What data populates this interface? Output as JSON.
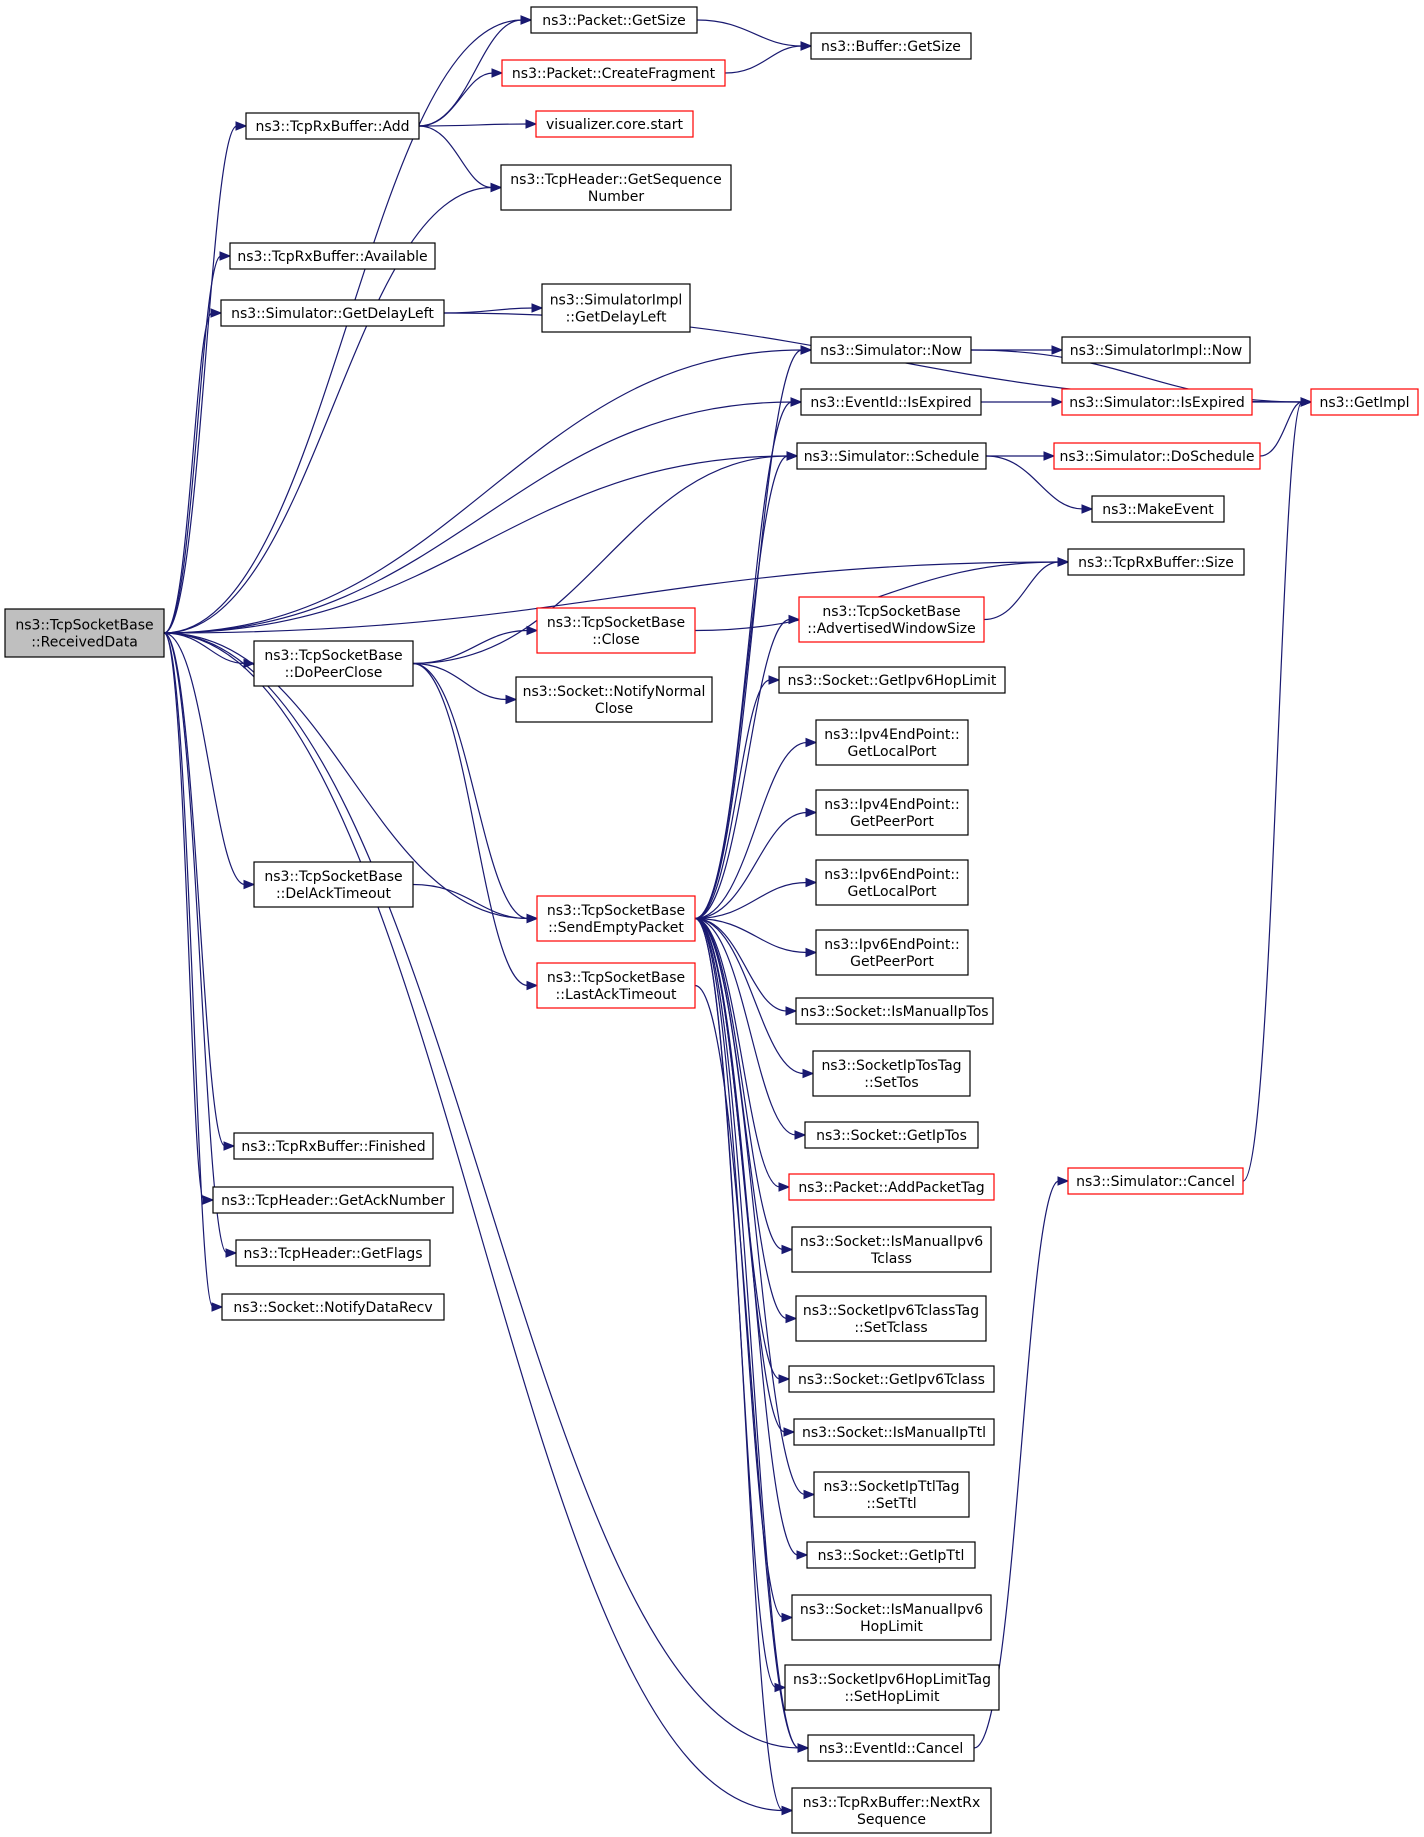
{
  "nodes": {
    "root": {
      "lines": [
        "ns3::TcpSocketBase",
        "::ReceivedData"
      ],
      "style": "root"
    },
    "packet_getsize": {
      "lines": [
        "ns3::Packet::GetSize"
      ],
      "style": "black"
    },
    "buffer_getsize": {
      "lines": [
        "ns3::Buffer::GetSize"
      ],
      "style": "black"
    },
    "packet_createfragment": {
      "lines": [
        "ns3::Packet::CreateFragment"
      ],
      "style": "red"
    },
    "rxbuffer_add": {
      "lines": [
        "ns3::TcpRxBuffer::Add"
      ],
      "style": "black"
    },
    "visualizer_start": {
      "lines": [
        "visualizer.core.start"
      ],
      "style": "red"
    },
    "tcpheader_getseq": {
      "lines": [
        "ns3::TcpHeader::GetSequence",
        "Number"
      ],
      "style": "black"
    },
    "rxbuffer_available": {
      "lines": [
        "ns3::TcpRxBuffer::Available"
      ],
      "style": "black"
    },
    "simulator_getdelayleft": {
      "lines": [
        "ns3::Simulator::GetDelayLeft"
      ],
      "style": "black"
    },
    "simimpl_getdelayleft": {
      "lines": [
        "ns3::SimulatorImpl",
        "::GetDelayLeft"
      ],
      "style": "black"
    },
    "simulator_now": {
      "lines": [
        "ns3::Simulator::Now"
      ],
      "style": "black"
    },
    "simimpl_now": {
      "lines": [
        "ns3::SimulatorImpl::Now"
      ],
      "style": "black"
    },
    "eventid_isexpired": {
      "lines": [
        "ns3::EventId::IsExpired"
      ],
      "style": "black"
    },
    "simulator_isexpired": {
      "lines": [
        "ns3::Simulator::IsExpired"
      ],
      "style": "red"
    },
    "getimpl": {
      "lines": [
        "ns3::GetImpl"
      ],
      "style": "red"
    },
    "simulator_schedule": {
      "lines": [
        "ns3::Simulator::Schedule"
      ],
      "style": "black"
    },
    "simulator_doschedule": {
      "lines": [
        "ns3::Simulator::DoSchedule"
      ],
      "style": "red"
    },
    "makeevent": {
      "lines": [
        "ns3::MakeEvent"
      ],
      "style": "black"
    },
    "rxbuffer_size": {
      "lines": [
        "ns3::TcpRxBuffer::Size"
      ],
      "style": "black"
    },
    "tsb_close": {
      "lines": [
        "ns3::TcpSocketBase",
        "::Close"
      ],
      "style": "red"
    },
    "tsb_advwindow": {
      "lines": [
        "ns3::TcpSocketBase",
        "::AdvertisedWindowSize"
      ],
      "style": "red"
    },
    "tsb_dopeerclose": {
      "lines": [
        "ns3::TcpSocketBase",
        "::DoPeerClose"
      ],
      "style": "black"
    },
    "socket_notifynormalclose": {
      "lines": [
        "ns3::Socket::NotifyNormal",
        "Close"
      ],
      "style": "black"
    },
    "socket_getipv6hoplimit": {
      "lines": [
        "ns3::Socket::GetIpv6HopLimit"
      ],
      "style": "black"
    },
    "ipv4ep_getlocalport": {
      "lines": [
        "ns3::Ipv4EndPoint::",
        "GetLocalPort"
      ],
      "style": "black"
    },
    "ipv4ep_getpeerport": {
      "lines": [
        "ns3::Ipv4EndPoint::",
        "GetPeerPort"
      ],
      "style": "black"
    },
    "ipv6ep_getlocalport": {
      "lines": [
        "ns3::Ipv6EndPoint::",
        "GetLocalPort"
      ],
      "style": "black"
    },
    "ipv6ep_getpeerport": {
      "lines": [
        "ns3::Ipv6EndPoint::",
        "GetPeerPort"
      ],
      "style": "black"
    },
    "tsb_delacktimeout": {
      "lines": [
        "ns3::TcpSocketBase",
        "::DelAckTimeout"
      ],
      "style": "black"
    },
    "tsb_sendemptypacket": {
      "lines": [
        "ns3::TcpSocketBase",
        "::SendEmptyPacket"
      ],
      "style": "red"
    },
    "tsb_lastacktimeout": {
      "lines": [
        "ns3::TcpSocketBase",
        "::LastAckTimeout"
      ],
      "style": "red"
    },
    "socket_ismanualiptos": {
      "lines": [
        "ns3::Socket::IsManualIpTos"
      ],
      "style": "black"
    },
    "sockettostag_settos": {
      "lines": [
        "ns3::SocketIpTosTag",
        "::SetTos"
      ],
      "style": "black"
    },
    "socket_getiptos": {
      "lines": [
        "ns3::Socket::GetIpTos"
      ],
      "style": "black"
    },
    "packet_addpackettag": {
      "lines": [
        "ns3::Packet::AddPacketTag"
      ],
      "style": "red"
    },
    "simulator_cancel": {
      "lines": [
        "ns3::Simulator::Cancel"
      ],
      "style": "red"
    },
    "rxbuffer_finished": {
      "lines": [
        "ns3::TcpRxBuffer::Finished"
      ],
      "style": "black"
    },
    "tcpheader_getacknumber": {
      "lines": [
        "ns3::TcpHeader::GetAckNumber"
      ],
      "style": "black"
    },
    "socket_ismanualipv6tclass": {
      "lines": [
        "ns3::Socket::IsManualIpv6",
        "Tclass"
      ],
      "style": "black"
    },
    "tcpheader_getflags": {
      "lines": [
        "ns3::TcpHeader::GetFlags"
      ],
      "style": "black"
    },
    "socket_notifydatarecv": {
      "lines": [
        "ns3::Socket::NotifyDataRecv"
      ],
      "style": "black"
    },
    "socketipv6tclasstag_settclass": {
      "lines": [
        "ns3::SocketIpv6TclassTag",
        "::SetTclass"
      ],
      "style": "black"
    },
    "socket_getipv6tclass": {
      "lines": [
        "ns3::Socket::GetIpv6Tclass"
      ],
      "style": "black"
    },
    "socket_ismanualipttl": {
      "lines": [
        "ns3::Socket::IsManualIpTtl"
      ],
      "style": "black"
    },
    "socketipttltag_setttl": {
      "lines": [
        "ns3::SocketIpTtlTag",
        "::SetTtl"
      ],
      "style": "black"
    },
    "socket_getipttl": {
      "lines": [
        "ns3::Socket::GetIpTtl"
      ],
      "style": "black"
    },
    "socket_ismanualipv6hoplimit": {
      "lines": [
        "ns3::Socket::IsManualIpv6",
        "HopLimit"
      ],
      "style": "black"
    },
    "socketipv6hoplimittag_sethoplimit": {
      "lines": [
        "ns3::SocketIpv6HopLimitTag",
        "::SetHopLimit"
      ],
      "style": "black"
    },
    "eventid_cancel": {
      "lines": [
        "ns3::EventId::Cancel"
      ],
      "style": "black"
    },
    "rxbuffer_nextrxsequence": {
      "lines": [
        "ns3::TcpRxBuffer::NextRx",
        "Sequence"
      ],
      "style": "black"
    }
  },
  "edges": [
    [
      "root",
      "packet_getsize"
    ],
    [
      "root",
      "rxbuffer_add"
    ],
    [
      "root",
      "tcpheader_getseq"
    ],
    [
      "root",
      "rxbuffer_available"
    ],
    [
      "root",
      "simulator_getdelayleft"
    ],
    [
      "root",
      "simulator_now"
    ],
    [
      "root",
      "eventid_isexpired"
    ],
    [
      "root",
      "simulator_schedule"
    ],
    [
      "root",
      "rxbuffer_size"
    ],
    [
      "root",
      "tsb_dopeerclose"
    ],
    [
      "root",
      "tsb_delacktimeout"
    ],
    [
      "root",
      "tsb_sendemptypacket"
    ],
    [
      "root",
      "rxbuffer_finished"
    ],
    [
      "root",
      "tcpheader_getacknumber"
    ],
    [
      "root",
      "tcpheader_getflags"
    ],
    [
      "root",
      "socket_notifydatarecv"
    ],
    [
      "root",
      "eventid_cancel"
    ],
    [
      "root",
      "rxbuffer_nextrxsequence"
    ],
    [
      "packet_getsize",
      "buffer_getsize"
    ],
    [
      "packet_createfragment",
      "buffer_getsize"
    ],
    [
      "rxbuffer_add",
      "packet_getsize"
    ],
    [
      "rxbuffer_add",
      "packet_createfragment"
    ],
    [
      "rxbuffer_add",
      "visualizer_start"
    ],
    [
      "rxbuffer_add",
      "tcpheader_getseq"
    ],
    [
      "simulator_getdelayleft",
      "getimpl"
    ],
    [
      "simulator_getdelayleft",
      "simimpl_getdelayleft"
    ],
    [
      "simulator_now",
      "getimpl"
    ],
    [
      "simulator_now",
      "simimpl_now"
    ],
    [
      "eventid_isexpired",
      "simulator_isexpired"
    ],
    [
      "simulator_isexpired",
      "getimpl"
    ],
    [
      "simulator_schedule",
      "simulator_doschedule"
    ],
    [
      "simulator_schedule",
      "makeevent"
    ],
    [
      "simulator_doschedule",
      "getimpl"
    ],
    [
      "tsb_dopeerclose",
      "tsb_close"
    ],
    [
      "tsb_dopeerclose",
      "socket_notifynormalclose"
    ],
    [
      "tsb_dopeerclose",
      "simulator_schedule"
    ],
    [
      "tsb_dopeerclose",
      "tsb_sendemptypacket"
    ],
    [
      "tsb_dopeerclose",
      "tsb_lastacktimeout"
    ],
    [
      "tsb_close",
      "rxbuffer_size"
    ],
    [
      "tsb_delacktimeout",
      "tsb_sendemptypacket"
    ],
    [
      "tsb_advwindow",
      "rxbuffer_size"
    ],
    [
      "tsb_sendemptypacket",
      "simulator_now"
    ],
    [
      "tsb_sendemptypacket",
      "eventid_isexpired"
    ],
    [
      "tsb_sendemptypacket",
      "simulator_schedule"
    ],
    [
      "tsb_sendemptypacket",
      "tsb_advwindow"
    ],
    [
      "tsb_sendemptypacket",
      "socket_getipv6hoplimit"
    ],
    [
      "tsb_sendemptypacket",
      "ipv4ep_getlocalport"
    ],
    [
      "tsb_sendemptypacket",
      "ipv4ep_getpeerport"
    ],
    [
      "tsb_sendemptypacket",
      "ipv6ep_getlocalport"
    ],
    [
      "tsb_sendemptypacket",
      "ipv6ep_getpeerport"
    ],
    [
      "tsb_sendemptypacket",
      "socket_ismanualiptos"
    ],
    [
      "tsb_sendemptypacket",
      "sockettostag_settos"
    ],
    [
      "tsb_sendemptypacket",
      "socket_getiptos"
    ],
    [
      "tsb_sendemptypacket",
      "packet_addpackettag"
    ],
    [
      "tsb_sendemptypacket",
      "socket_ismanualipv6tclass"
    ],
    [
      "tsb_sendemptypacket",
      "socketipv6tclasstag_settclass"
    ],
    [
      "tsb_sendemptypacket",
      "socket_getipv6tclass"
    ],
    [
      "tsb_sendemptypacket",
      "socket_ismanualipttl"
    ],
    [
      "tsb_sendemptypacket",
      "socketipttltag_setttl"
    ],
    [
      "tsb_sendemptypacket",
      "socket_getipttl"
    ],
    [
      "tsb_sendemptypacket",
      "socket_ismanualipv6hoplimit"
    ],
    [
      "tsb_sendemptypacket",
      "socketipv6hoplimittag_sethoplimit"
    ],
    [
      "tsb_sendemptypacket",
      "eventid_cancel"
    ],
    [
      "tsb_sendemptypacket",
      "rxbuffer_nextrxsequence"
    ],
    [
      "tsb_lastacktimeout",
      "eventid_cancel"
    ],
    [
      "eventid_cancel",
      "simulator_cancel"
    ],
    [
      "simulator_cancel",
      "getimpl"
    ]
  ],
  "colors": {
    "edge": "#191970",
    "red_border": "#ff0000",
    "root_fill": "#bfbfbf"
  }
}
